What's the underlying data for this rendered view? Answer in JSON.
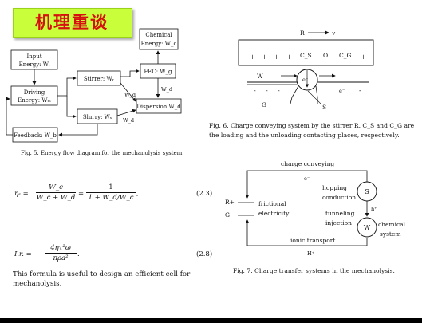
{
  "title": "机理重谈",
  "fig5": {
    "caption": "Fig. 5. Energy flow diagram for the mechanolysis system.",
    "input_line1": "Input",
    "input_line2": "Energy: Wᵢ",
    "driving_line1": "Driving",
    "driving_line2": "Energy: Wₘ",
    "stirrer": "Stirrer: Wᵣ",
    "slurry": "Slurry: Wₛ",
    "fec": "FEC: W_g",
    "chemical_line1": "Chemical",
    "chemical_line2": "Energy: W_c",
    "dispersion": "Dispersion W_d",
    "feedback": "Feedback: W_b",
    "label_wd1": "W_d",
    "label_wd2": "W_d",
    "label_wd3": "W_d"
  },
  "fig6": {
    "caption_line1": "Fig. 6. Charge conveying system by the stirrer R. C_S and C_G are",
    "caption_line2": "the loading and the unloading contacting places, respectively.",
    "label_r": "R",
    "label_v": "v",
    "label_cs": "C_S",
    "label_o": "O",
    "label_cg": "C_G",
    "label_w": "W",
    "label_g": "G",
    "label_s": "S",
    "label_e_center": "e⁻",
    "label_e_right": "e⁻",
    "plus_signs": [
      "+",
      "+",
      "+",
      "+"
    ],
    "plus_right": "+",
    "minus_signs": [
      "-",
      "-",
      "-"
    ],
    "minus_right": "-"
  },
  "fig7": {
    "caption": "Fig. 7. Charge transfer systems in the mechanolysis.",
    "charge_conveying": "charge conveying",
    "e_top": "e⁻",
    "r_plus": "R+",
    "g_minus": "G−",
    "frictional_line1": "frictional",
    "frictional_line2": "electricity",
    "hopping_line1": "hopping",
    "hopping_line2": "conduction",
    "tunneling_line1": "tunneling",
    "tunneling_line2": "injection",
    "chemical_line1": "chemical",
    "chemical_line2": "system",
    "node_s": "S",
    "node_w": "W",
    "h_plus_mid": "h⁺",
    "ionic_transport": "ionic transport",
    "h_plus_bottom": "H⁺"
  },
  "equations": {
    "eq1_lhs": "ηₛ =",
    "eq1_num1": "W_c",
    "eq1_den1": "W_c + W_d",
    "eq1_eq": "=",
    "eq1_num2": "1",
    "eq1_den2": "1 + W_d/W_c",
    "eq1_tail": ",",
    "eq1_number": "(2.3)",
    "eq2_lhs": "I.r. =",
    "eq2_num": "4ητ²ω",
    "eq2_den": "πρa²",
    "eq2_tail": ".",
    "eq2_number": "(2.8)",
    "formula_text_line1": "This formula is useful to design an efficient cell for",
    "formula_text_line2": "mechanolysis."
  }
}
